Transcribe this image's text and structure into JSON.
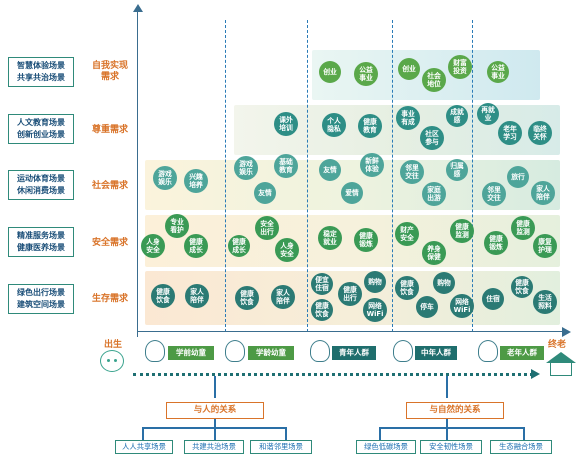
{
  "rows": [
    {
      "scenes": "智慧体验场景\n共享共治场景",
      "need": "自我实现\n需求"
    },
    {
      "scenes": "人文教育场景\n创新创业场景",
      "need": "尊重需求"
    },
    {
      "scenes": "运动体育场景\n休闲消费场景",
      "need": "社会需求"
    },
    {
      "scenes": "精准服务场景\n健康医养场景",
      "need": "安全需求"
    },
    {
      "scenes": "绿色出行场景\n建筑空间场景",
      "need": "生存需求"
    }
  ],
  "bubbles": [
    {
      "t": "创业",
      "c": "#5aa84a"
    },
    {
      "t": "公益\n事业",
      "c": "#5aa84a"
    },
    {
      "t": "创业",
      "c": "#5aa84a"
    },
    {
      "t": "社会\n地位",
      "c": "#5aa84a"
    },
    {
      "t": "财富\n投资",
      "c": "#5aa84a"
    },
    {
      "t": "公益\n事业",
      "c": "#5aa84a"
    },
    {
      "t": "课外\n培训",
      "c": "#2e8e86"
    },
    {
      "t": "个人\n隐私",
      "c": "#2e8e86"
    },
    {
      "t": "健康\n教育",
      "c": "#2e8e86"
    },
    {
      "t": "事业\n有成",
      "c": "#2e8e86"
    },
    {
      "t": "成就感",
      "c": "#2e8e86"
    },
    {
      "t": "社区\n参与",
      "c": "#2e8e86"
    },
    {
      "t": "再就业",
      "c": "#2e8e86"
    },
    {
      "t": "老年\n学习",
      "c": "#2e8e86"
    },
    {
      "t": "临终\n关怀",
      "c": "#2e8e86"
    },
    {
      "t": "游戏\n娱乐",
      "c": "#4ea59a"
    },
    {
      "t": "兴趣\n培养",
      "c": "#4ea59a"
    },
    {
      "t": "游戏\n娱乐",
      "c": "#4ea59a"
    },
    {
      "t": "基础\n教育",
      "c": "#4ea59a"
    },
    {
      "t": "友情",
      "c": "#4ea59a"
    },
    {
      "t": "友情",
      "c": "#4ea59a"
    },
    {
      "t": "新鲜\n体验",
      "c": "#4ea59a"
    },
    {
      "t": "爱情",
      "c": "#4ea59a"
    },
    {
      "t": "邻里\n交往",
      "c": "#4ea59a"
    },
    {
      "t": "归属感",
      "c": "#4ea59a"
    },
    {
      "t": "家庭\n出游",
      "c": "#4ea59a"
    },
    {
      "t": "旅行",
      "c": "#4ea59a"
    },
    {
      "t": "邻里\n交往",
      "c": "#4ea59a"
    },
    {
      "t": "家人\n陪伴",
      "c": "#4ea59a"
    },
    {
      "t": "专业\n看护",
      "c": "#3a9a55"
    },
    {
      "t": "人身\n安全",
      "c": "#3a9a55"
    },
    {
      "t": "健康\n成长",
      "c": "#3a9a55"
    },
    {
      "t": "安全\n出行",
      "c": "#3a9a55"
    },
    {
      "t": "健康\n成长",
      "c": "#3a9a55"
    },
    {
      "t": "人身\n安全",
      "c": "#3a9a55"
    },
    {
      "t": "稳定\n就业",
      "c": "#3a9a55"
    },
    {
      "t": "健康\n锻炼",
      "c": "#3a9a55"
    },
    {
      "t": "财产\n安全",
      "c": "#3a9a55"
    },
    {
      "t": "健康\n监测",
      "c": "#3a9a55"
    },
    {
      "t": "养身\n保健",
      "c": "#3a9a55"
    },
    {
      "t": "健康\n监测",
      "c": "#3a9a55"
    },
    {
      "t": "健康\n锻炼",
      "c": "#3a9a55"
    },
    {
      "t": "康复\n护理",
      "c": "#3a9a55"
    },
    {
      "t": "健康\n饮食",
      "c": "#2b7a74"
    },
    {
      "t": "家人\n陪伴",
      "c": "#2b7a74"
    },
    {
      "t": "健康\n饮食",
      "c": "#2b7a74"
    },
    {
      "t": "家人\n陪伴",
      "c": "#2b7a74"
    },
    {
      "t": "便宜\n住宿",
      "c": "#2b7a74"
    },
    {
      "t": "健康\n出行",
      "c": "#2b7a74"
    },
    {
      "t": "购物",
      "c": "#2b7a74"
    },
    {
      "t": "健康\n饮食",
      "c": "#2b7a74"
    },
    {
      "t": "网络\nWiFi",
      "c": "#2b7a74"
    },
    {
      "t": "健康\n饮食",
      "c": "#2b7a74"
    },
    {
      "t": "购物",
      "c": "#2b7a74"
    },
    {
      "t": "停车",
      "c": "#2b7a74"
    },
    {
      "t": "网络\nWiFi",
      "c": "#2b7a74"
    },
    {
      "t": "住宿",
      "c": "#2b7a74"
    },
    {
      "t": "健康\n饮食",
      "c": "#2b7a74"
    },
    {
      "t": "生活\n照料",
      "c": "#2b7a74"
    }
  ],
  "stages": [
    "学前幼童",
    "学龄幼童",
    "青年人群",
    "中年人群",
    "老年人群"
  ],
  "birth": "出生",
  "end": "终老",
  "relations": {
    "people": "与人的关系",
    "nature": "与自然的关系",
    "people_scenes": [
      "人人共享场景",
      "共建共治场景",
      "和谐邻里场景"
    ],
    "nature_scenes": [
      "绿色低碳场景",
      "安全韧性场景",
      "生态融合场景"
    ]
  }
}
